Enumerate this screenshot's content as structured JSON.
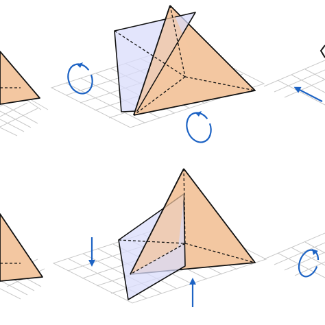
{
  "colors": {
    "grid": "#c9c9c9",
    "tetra_fill": "#f3c7a1",
    "tetra_edge": "#111111",
    "plane_fill": "#d9dcfb",
    "arrow": "#1d63c4"
  },
  "panels": [
    {
      "id": "top-left-partial",
      "row": 1,
      "col": 1,
      "arrow": "none"
    },
    {
      "id": "top-center",
      "row": 1,
      "col": 2,
      "arrow": "rotate"
    },
    {
      "id": "top-right-partial",
      "row": 1,
      "col": 3,
      "arrow": "diagonal"
    },
    {
      "id": "bottom-left-partial",
      "row": 2,
      "col": 1,
      "arrow": "none"
    },
    {
      "id": "bottom-center",
      "row": 2,
      "col": 2,
      "arrow": "translate-vertical"
    },
    {
      "id": "bottom-right-partial",
      "row": 2,
      "col": 3,
      "arrow": "rotate"
    }
  ],
  "icons": [
    "rotate-arrow-icon",
    "diagonal-arrow-icon",
    "down-arrow-icon",
    "up-arrow-icon"
  ]
}
